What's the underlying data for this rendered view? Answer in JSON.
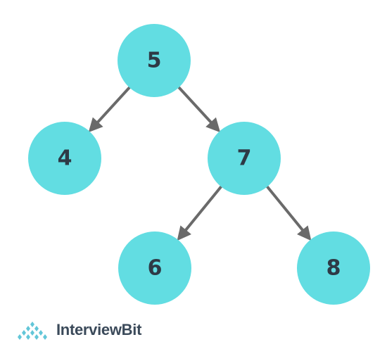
{
  "tree": {
    "nodes": [
      {
        "id": "n5",
        "label": "5"
      },
      {
        "id": "n4",
        "label": "4"
      },
      {
        "id": "n7",
        "label": "7"
      },
      {
        "id": "n6",
        "label": "6"
      },
      {
        "id": "n8",
        "label": "8"
      }
    ],
    "edges": [
      {
        "from": "n5",
        "to": "n4"
      },
      {
        "from": "n5",
        "to": "n7"
      },
      {
        "from": "n7",
        "to": "n6"
      },
      {
        "from": "n7",
        "to": "n8"
      }
    ],
    "colors": {
      "node_fill": "#62DDE2",
      "label": "#2E3A46",
      "edge": "#6A6A6A"
    }
  },
  "brand": {
    "name": "InterviewBit",
    "logo_icon": "interviewbit-logo-icon",
    "logo_color": "#62C6D8"
  }
}
